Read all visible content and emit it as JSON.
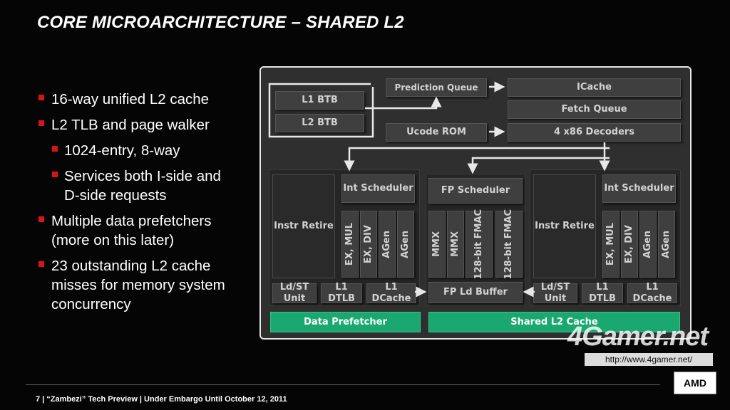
{
  "title": "CORE MICROARCHITECTURE – SHARED L2",
  "bullets": [
    {
      "text": "16-way unified L2 cache"
    },
    {
      "text": "L2 TLB and page walker"
    },
    {
      "text": "1024-entry, 8-way"
    },
    {
      "text": "Services both I-side and"
    },
    {
      "text": "D-side requests"
    },
    {
      "text": "Multiple data prefetchers (more on this later)"
    },
    {
      "text": "23 outstanding L2 cache misses for memory system concurrency"
    }
  ],
  "diagram": {
    "frontend": {
      "l1_btb": "L1 BTB",
      "l2_btb": "L2 BTB",
      "prediction_queue": "Prediction Queue",
      "ucode_rom": "Ucode ROM",
      "icache": "ICache",
      "fetch_queue": "Fetch Queue",
      "decoders": "4 x86 Decoders"
    },
    "int_core_left": {
      "instr_retire": "Instr Retire",
      "int_scheduler": "Int Scheduler",
      "units": [
        "EX, MUL",
        "EX, DIV",
        "AGen",
        "AGen"
      ],
      "ldst_unit": "Ld/ST Unit",
      "l1_dtlb": "L1 DTLB",
      "l1_dcache": "L1 DCache"
    },
    "fp": {
      "fp_scheduler": "FP Scheduler",
      "units": [
        "MMX",
        "MMX",
        "128-bit FMAC",
        "128-bit FMAC"
      ],
      "fp_ld_buffer": "FP Ld Buffer"
    },
    "int_core_right": {
      "instr_retire": "Instr Retire",
      "int_scheduler": "Int Scheduler",
      "units": [
        "EX, MUL",
        "EX, DIV",
        "AGen",
        "AGen"
      ],
      "ldst_unit": "Ld/ST Unit",
      "l1_dtlb": "L1 DTLB",
      "l1_dcache": "L1 DCache"
    },
    "data_prefetcher": "Data Prefetcher",
    "shared_l2": "Shared L2 Cache"
  },
  "footer": "7 | “Zambezi” Tech Preview | Under Embargo Until October 12, 2011",
  "logo": "AMD",
  "watermark": {
    "text": "4Gamer.net",
    "url": "http://www.4gamer.net/"
  },
  "colors": {
    "accent_red": "#d8141b",
    "green": "#1aa870",
    "block": "#3f3f3f"
  }
}
